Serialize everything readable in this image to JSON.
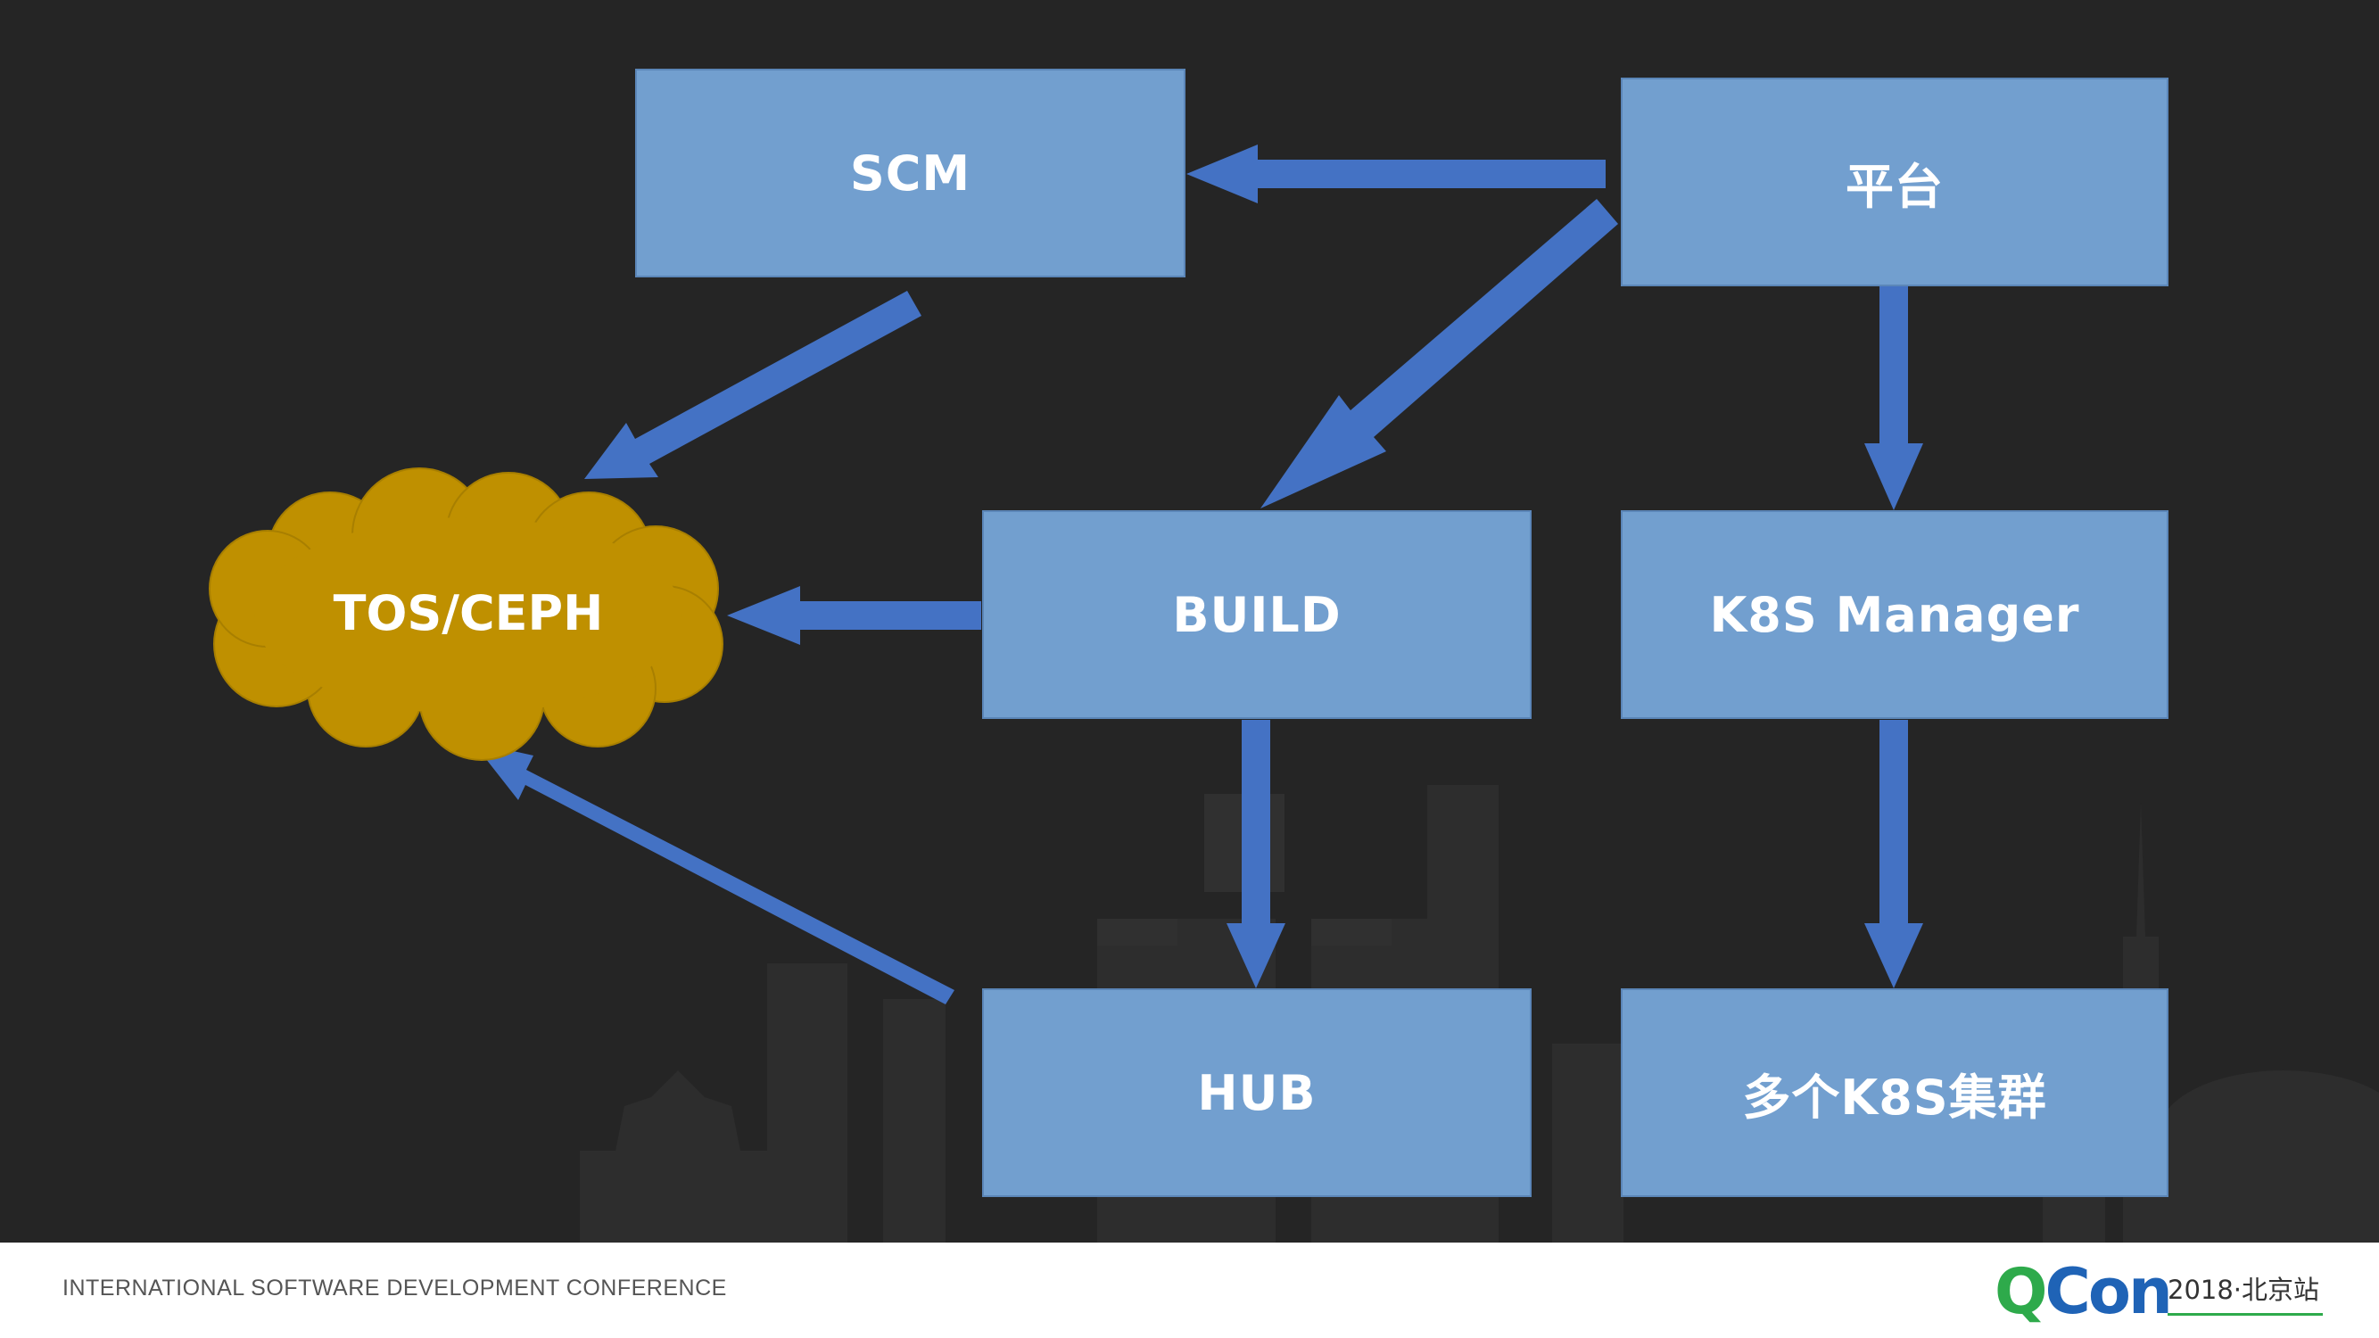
{
  "nodes": {
    "scm": "SCM",
    "platform": "平台",
    "storage": "TOS/CEPH",
    "build": "BUILD",
    "k8s_manager": "K8S Manager",
    "hub": "HUB",
    "k8s_clusters": "多个K8S集群"
  },
  "footer": {
    "conference": "INTERNATIONAL SOFTWARE DEVELOPMENT CONFERENCE",
    "logo_q": "Q",
    "logo_con": "Con",
    "edition": "2018·北京站"
  },
  "colors": {
    "background": "#252525",
    "box": "#729fcf",
    "arrow": "#4472c4",
    "cloud": "#bf9000",
    "logo_green": "#2eaa4b",
    "logo_blue": "#1f63b6"
  },
  "edges": [
    {
      "from": "platform",
      "to": "scm"
    },
    {
      "from": "platform",
      "to": "build"
    },
    {
      "from": "platform",
      "to": "k8s_manager"
    },
    {
      "from": "scm",
      "to": "storage"
    },
    {
      "from": "build",
      "to": "storage"
    },
    {
      "from": "build",
      "to": "hub"
    },
    {
      "from": "hub",
      "to": "storage"
    },
    {
      "from": "k8s_manager",
      "to": "k8s_clusters"
    }
  ]
}
